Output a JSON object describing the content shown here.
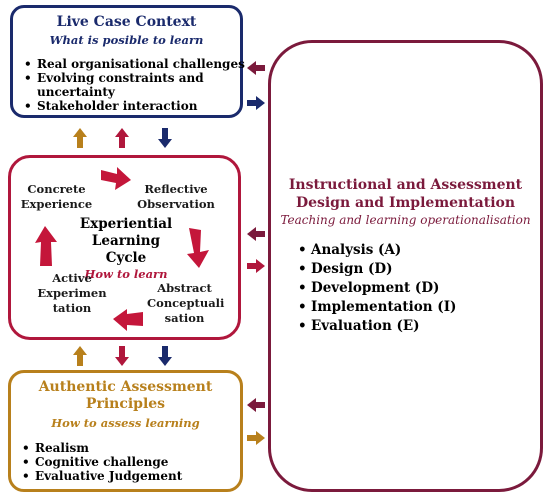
{
  "live": {
    "title": "Live Case Context",
    "subtitle": "What is posible to learn",
    "items": [
      "Real organisational challenges",
      "Evolving constraints and uncertainty",
      "Stakeholder interaction"
    ]
  },
  "elc": {
    "title_line1": "Experiential",
    "title_line2": "Learning",
    "title_line3": "Cycle",
    "subtitle": "How to learn",
    "concrete": "Concrete Experience",
    "reflective": "Reflective Observation",
    "abstract": "Abstract Conceptuali sation",
    "active": "Active Experimen tation"
  },
  "auth": {
    "title_line1": "Authentic Assessment",
    "title_line2": "Principles",
    "subtitle": "How to assess learning",
    "items": [
      "Realism",
      "Cognitive challenge",
      "Evaluative Judgement"
    ]
  },
  "design": {
    "title_line1": "Instructional and Assessment",
    "title_line2": "Design and Implementation",
    "subtitle": "Teaching and learning operationalisation",
    "items": [
      "Analysis (A)",
      "Design (D)",
      "Development (D)",
      "Implementation (I)",
      "Evaluation (E)"
    ]
  },
  "colors": {
    "navy": "#1a2a6c",
    "crimson": "#b0173c",
    "gold": "#b8801c",
    "maroon": "#7b1a3c"
  }
}
